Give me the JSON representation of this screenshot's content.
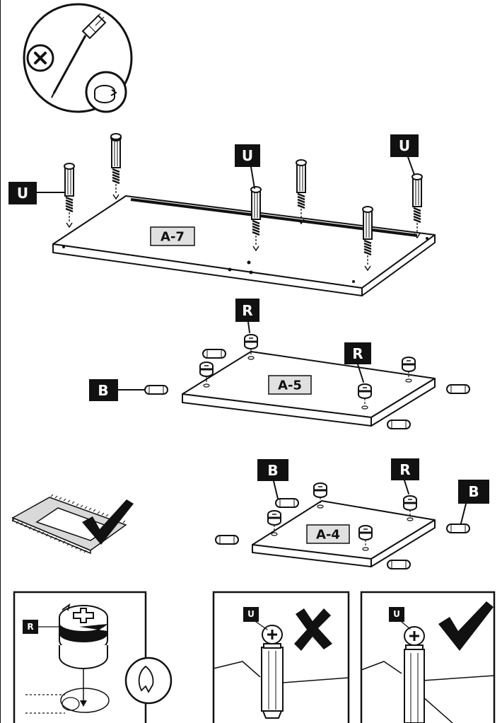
{
  "labels": {
    "u": "U",
    "r": "R",
    "b": "B"
  },
  "parts": {
    "a7": "A-7",
    "a5": "A-5",
    "a4": "A-4"
  },
  "icons": {
    "no_power_drill": "no-power-drill-icon",
    "screwdriver": "phillips-screwdriver-icon",
    "rotate": "rotate-clockwise-icon",
    "check": "checkmark-icon",
    "cross": "cross-icon",
    "blanket": "protective-rug-icon"
  },
  "colors": {
    "ink": "#111111",
    "label_background": "#111111",
    "part_tag_fill": "#e0e0e0"
  }
}
